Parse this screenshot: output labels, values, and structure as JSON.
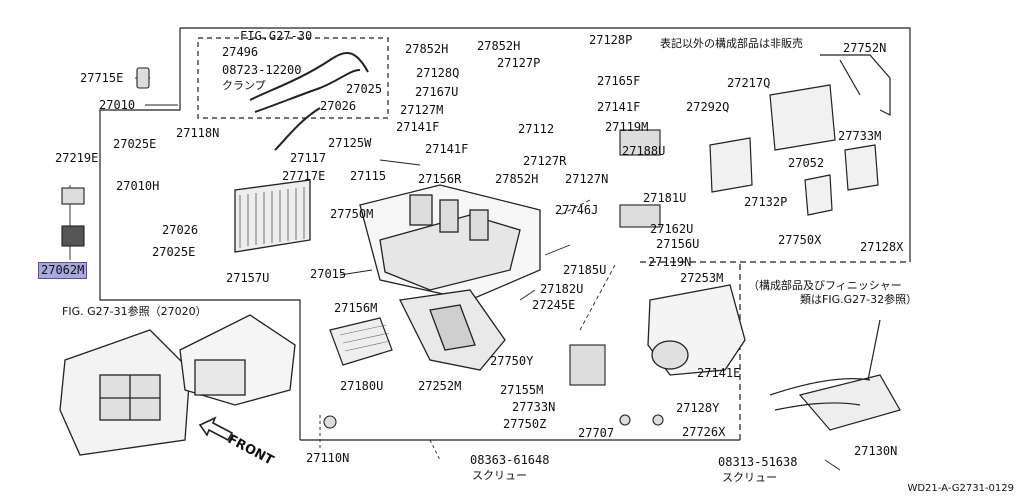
{
  "diagram": {
    "ref_code": "WD21-A-G2731-0129",
    "header_note": "表記以外の構成部品は非販売",
    "fig_ref_top": "FIG.G27-30",
    "fig_ref_left": "FIG. G27-31参照（27020）",
    "note_composition_line1": "（構成部品及びフィニッシャー",
    "note_composition_line2": "類はFIG.G27-32参照）",
    "front_label": "FRONT",
    "clamp_label": "クランプ",
    "screw_label_a": "スクリュー",
    "screw_label_b": "スクリュー",
    "labels": {
      "p27715E": "27715E",
      "p27010": "27010",
      "p27219E": "27219E",
      "p27062M": "27062M",
      "p27496": "27496",
      "p08723": "08723-12200",
      "p27025": "27025",
      "p27026a": "27026",
      "p27025E": "27025E",
      "p27118N": "27118N",
      "p27117": "27117",
      "p27717E": "27717E",
      "p27115": "27115",
      "p27010H": "27010H",
      "p27026b": "27026",
      "p27025Eb": "27025E",
      "p27157U": "27157U",
      "p27125W": "27125W",
      "p27156R": "27156R",
      "p27750M": "27750M",
      "p27015": "27015",
      "p27852Ha": "27852H",
      "p27852Hb": "27852H",
      "p27128Q": "27128Q",
      "p27127P": "27127P",
      "p27167U": "27167U",
      "p27127M": "27127M",
      "p27141Fa": "27141F",
      "p27141Fb": "27141F",
      "p27112": "27112",
      "p27119M": "27119M",
      "p27165F": "27165F",
      "p27141Fc": "27141F",
      "p27128P": "27128P",
      "p27127R": "27127R",
      "p27852Hc": "27852H",
      "p27127N": "27127N",
      "p27188U": "27188U",
      "p27181U": "27181U",
      "p27746J": "27746J",
      "p27162U": "27162U",
      "p27156U": "27156U",
      "p27185U": "27185U",
      "p27119N": "27119N",
      "p27182U": "27182U",
      "p27245E": "27245E",
      "p27156M": "27156M",
      "p27180U": "27180U",
      "p27252M": "27252M",
      "p27750Y": "27750Y",
      "p27155M": "27155M",
      "p27733N": "27733N",
      "p27750Z": "27750Z",
      "p27707": "27707",
      "p27726X": "27726X",
      "p27128Y": "27128Y",
      "p27141E": "27141E",
      "p27253M": "27253M",
      "p27110N": "27110N",
      "p08363": "08363-61648",
      "p08313": "08313-51638",
      "p27130N": "27130N",
      "p27752N": "27752N",
      "p27217Q": "27217Q",
      "p27292Q": "27292Q",
      "p27733M": "27733M",
      "p27052": "27052",
      "p27132P": "27132P",
      "p27750X": "27750X",
      "p27128X": "27128X"
    }
  }
}
